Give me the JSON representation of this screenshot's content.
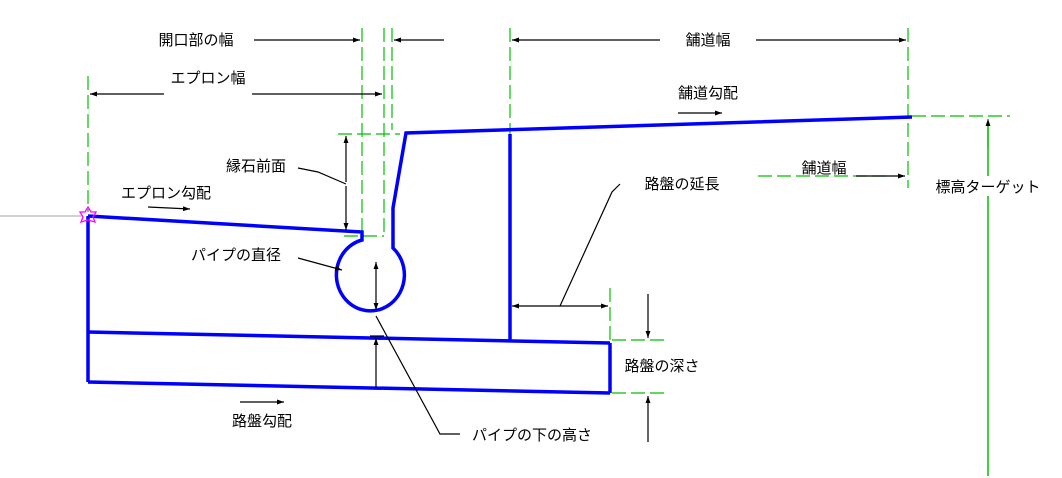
{
  "colors": {
    "background": "#ffffff",
    "structure": "#0000ff",
    "construction": "#00c000",
    "dimension": "#000000",
    "insertion_marker": "#ff00ff",
    "reference_line": "#a0a0a0"
  },
  "labels": {
    "opening_width": "開口部の幅",
    "pavement_width_top": "舗道幅",
    "apron_width": "エプロン幅",
    "pavement_slope": "舗道勾配",
    "curb_face": "縁石前面",
    "apron_slope": "エプロン勾配",
    "base_extension": "路盤の延長",
    "pavement_width_mid": "舗道幅",
    "target_elevation": "標高ターゲット",
    "pipe_diameter": "パイプの直径",
    "base_depth": "路盤の深さ",
    "base_slope": "路盤勾配",
    "pipe_bottom_height": "パイプの下の高さ"
  }
}
